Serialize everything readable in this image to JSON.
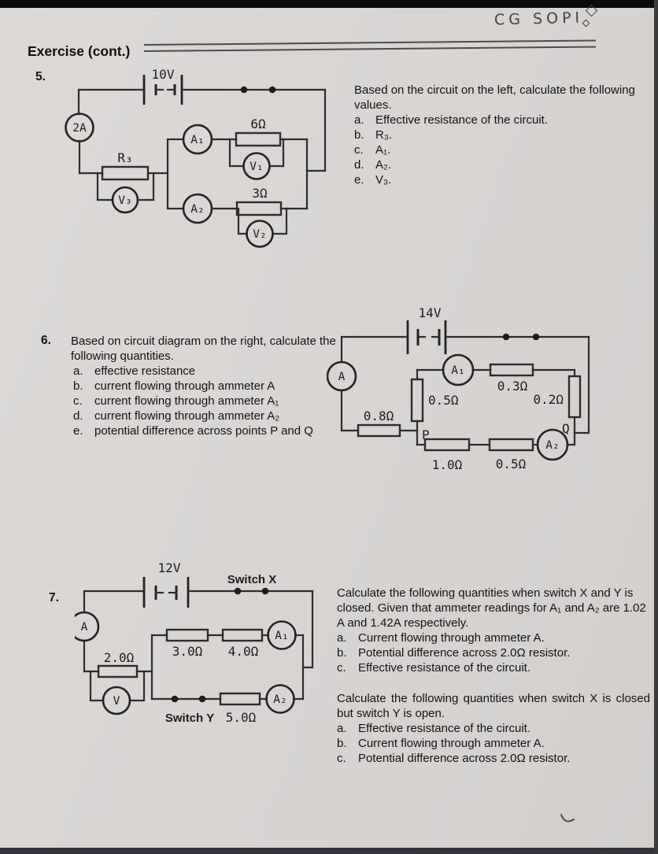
{
  "colors": {
    "paper": "#d8d5d3",
    "ink": "#1b1b1d",
    "line": "#2d2d2d"
  },
  "page": {
    "handwriting": "CG SOPI",
    "header": "Exercise (cont.)"
  },
  "p5": {
    "number": "5.",
    "prompt": "Based on the circuit on the left, calculate the following values.",
    "items": [
      {
        "letter": "a.",
        "text": "Effective resistance of the circuit."
      },
      {
        "letter": "b.",
        "text": "R₃."
      },
      {
        "letter": "c.",
        "text": "A₁."
      },
      {
        "letter": "d.",
        "text": "A₂."
      },
      {
        "letter": "e.",
        "text": "V₃."
      }
    ],
    "circuit": {
      "battery": "10V",
      "source_ammeter": "2A",
      "r3": "R₃",
      "v3": "V₃",
      "a1": "A₁",
      "r6": "6Ω",
      "v1": "V₁",
      "a2": "A₂",
      "r3ohm": "3Ω",
      "v2": "V₂"
    }
  },
  "p6": {
    "number": "6.",
    "prompt": "Based on circuit diagram on the right, calculate the following quantities.",
    "items": [
      {
        "letter": "a.",
        "text": "effective resistance"
      },
      {
        "letter": "b.",
        "text": "current flowing through ammeter A"
      },
      {
        "letter": "c.",
        "text": "current flowing through ammeter A₁"
      },
      {
        "letter": "d.",
        "text": "current flowing through ammeter A₂"
      },
      {
        "letter": "e.",
        "text": "potential difference across points P and Q"
      }
    ],
    "circuit": {
      "battery": "14V",
      "ammeter": "A",
      "a1": "A₁",
      "a2": "A₂",
      "r_08": "0.8Ω",
      "r_05_vert": "0.5Ω",
      "r_03": "0.3Ω",
      "r_02": "0.2Ω",
      "r_10": "1.0Ω",
      "r_05_bottom": "0.5Ω",
      "node_p": "P",
      "node_q": "Q"
    }
  },
  "p7": {
    "number": "7.",
    "circuit": {
      "battery": "12V",
      "switch_x": "Switch X",
      "switch_y": "Switch Y",
      "ammeter": "A",
      "voltmeter": "V",
      "a1": "A₁",
      "a2": "A₂",
      "r_20": "2.0Ω",
      "r_30": "3.0Ω",
      "r_40": "4.0Ω",
      "r_50": "5.0Ω"
    },
    "blocks": [
      {
        "intro": "Calculate the following quantities when switch X and Y is closed. Given that ammeter readings for A₁ and A₂ are 1.02 A and 1.42A respectively.",
        "items": [
          {
            "letter": "a.",
            "text": "Current flowing through ammeter A."
          },
          {
            "letter": "b.",
            "text": "Potential difference across 2.0Ω resistor."
          },
          {
            "letter": "c.",
            "text": "Effective resistance of the circuit."
          }
        ]
      },
      {
        "intro": "Calculate the following quantities when switch X is closed but switch Y is open.",
        "items": [
          {
            "letter": "a.",
            "text": "Effective resistance of the circuit."
          },
          {
            "letter": "b.",
            "text": "Current flowing through ammeter A."
          },
          {
            "letter": "c.",
            "text": "Potential difference across 2.0Ω resistor."
          }
        ]
      }
    ]
  }
}
